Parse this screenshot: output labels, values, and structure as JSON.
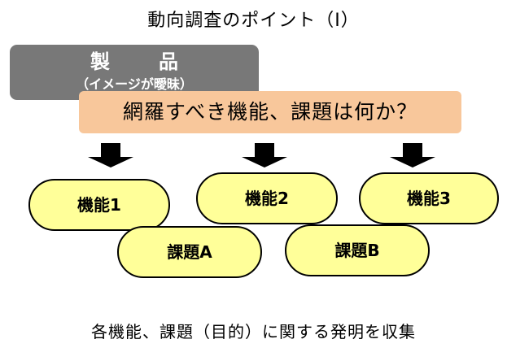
{
  "title": "動向調査のポイント（Ⅰ）",
  "product": {
    "title_left": "製",
    "title_right": "品",
    "subtitle": "（イメージが曖昧）"
  },
  "question": "網羅すべき機能、課題は何か？",
  "functions": [
    "機能1",
    "機能2",
    "機能3"
  ],
  "issues": [
    "課題A",
    "課題B"
  ],
  "footer": "各機能、課題（目的）に関する発明を収集",
  "colors": {
    "product_fill": "#787878",
    "question_fill": "#f8c79b",
    "pill_fill": "#ffff99",
    "arrow": "#000000"
  }
}
